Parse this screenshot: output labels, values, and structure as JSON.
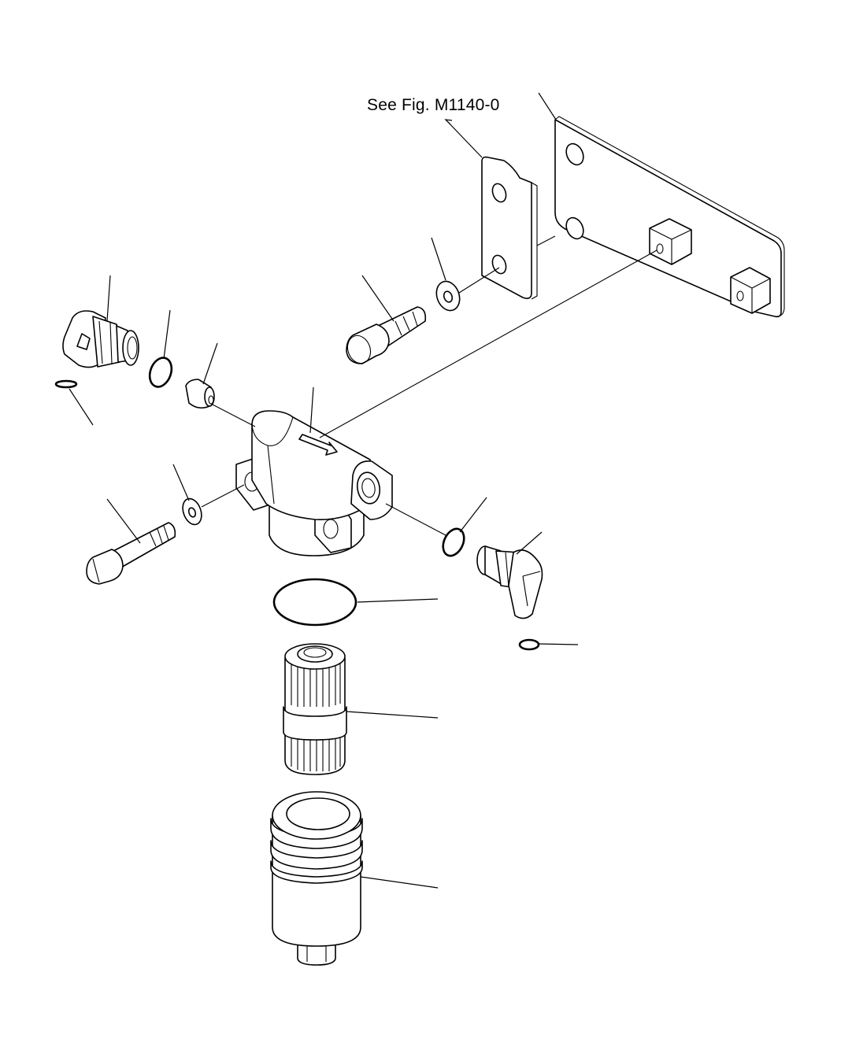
{
  "diagram": {
    "reference_note": "See Fig. M1140-0",
    "parts": [
      {
        "id": "bracket-plate"
      },
      {
        "id": "mount-bracket"
      },
      {
        "id": "bracket-bolt"
      },
      {
        "id": "bracket-washer"
      },
      {
        "id": "inlet-elbow-fitting"
      },
      {
        "id": "inlet-o-ring"
      },
      {
        "id": "small-o-ring-left"
      },
      {
        "id": "orifice-plug"
      },
      {
        "id": "filter-head"
      },
      {
        "id": "mount-bolt"
      },
      {
        "id": "mount-washer"
      },
      {
        "id": "outlet-o-ring"
      },
      {
        "id": "outlet-elbow-fitting"
      },
      {
        "id": "small-o-ring-right"
      },
      {
        "id": "element-o-ring"
      },
      {
        "id": "filter-element"
      },
      {
        "id": "filter-case"
      }
    ]
  }
}
